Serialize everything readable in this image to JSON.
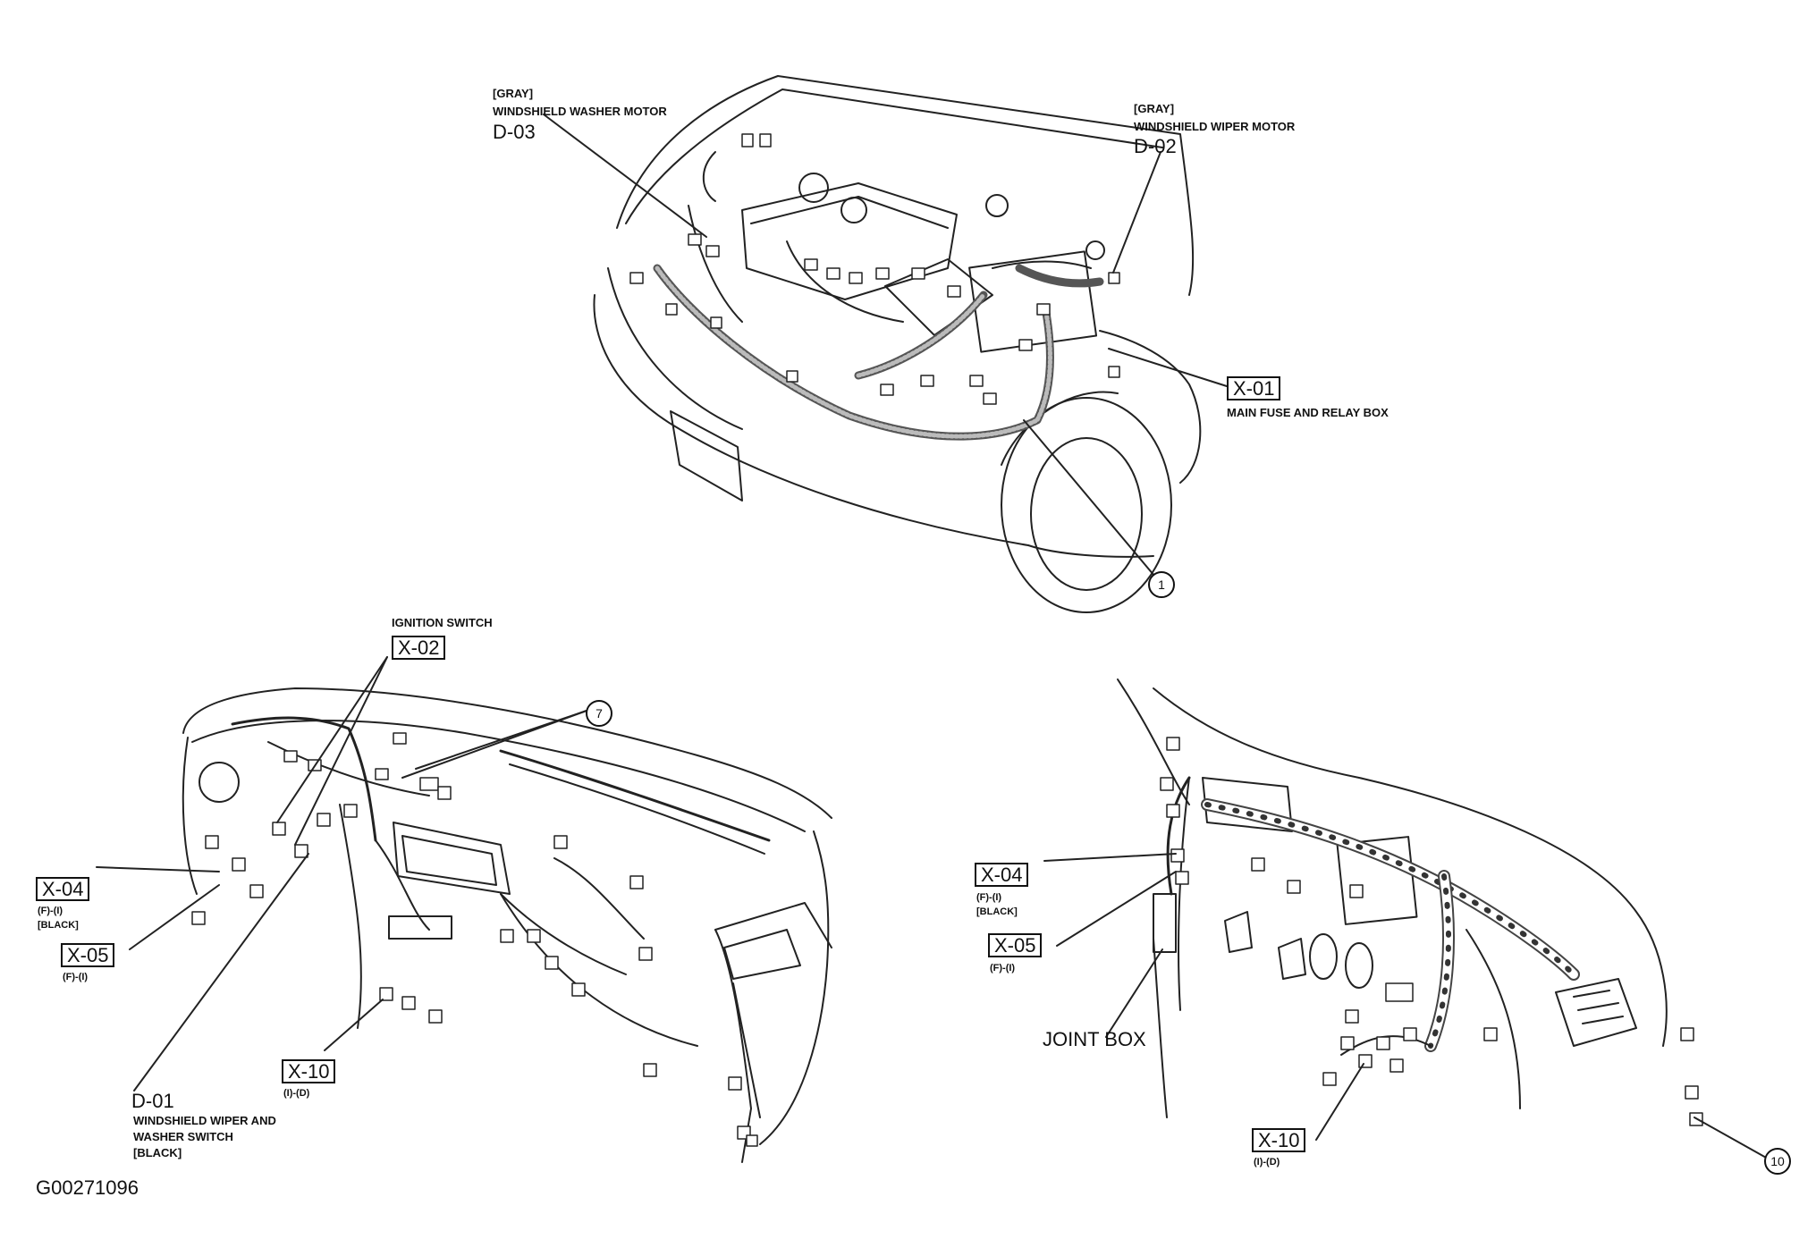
{
  "figure_id": "G00271096",
  "engine_bay": {
    "washer_motor": {
      "color": "[GRAY]",
      "name": "WINDSHIELD WASHER MOTOR",
      "code": "D-03"
    },
    "wiper_motor": {
      "color": "[GRAY]",
      "name": "WINDSHIELD WIPER MOTOR",
      "code": "D-02"
    },
    "fuse_box": {
      "code": "X-01",
      "name": "MAIN FUSE AND RELAY BOX"
    },
    "ref": "1"
  },
  "dash_left": {
    "ignition": {
      "name": "IGNITION SWITCH",
      "code": "X-02"
    },
    "ref": "7",
    "x04": {
      "code": "X-04",
      "pins": "(F)-(I)",
      "color": "[BLACK]"
    },
    "x05": {
      "code": "X-05",
      "pins": "(F)-(I)"
    },
    "x10": {
      "code": "X-10",
      "pins": "(I)-(D)"
    },
    "d01": {
      "code": "D-01",
      "line1": "WINDSHIELD WIPER AND",
      "line2": "WASHER SWITCH",
      "color": "[BLACK]"
    }
  },
  "dash_right": {
    "x04": {
      "code": "X-04",
      "pins": "(F)-(I)",
      "color": "[BLACK]"
    },
    "x05": {
      "code": "X-05",
      "pins": "(F)-(I)"
    },
    "joint_box": "JOINT BOX",
    "x10": {
      "code": "X-10",
      "pins": "(I)-(D)"
    },
    "ref": "10"
  }
}
